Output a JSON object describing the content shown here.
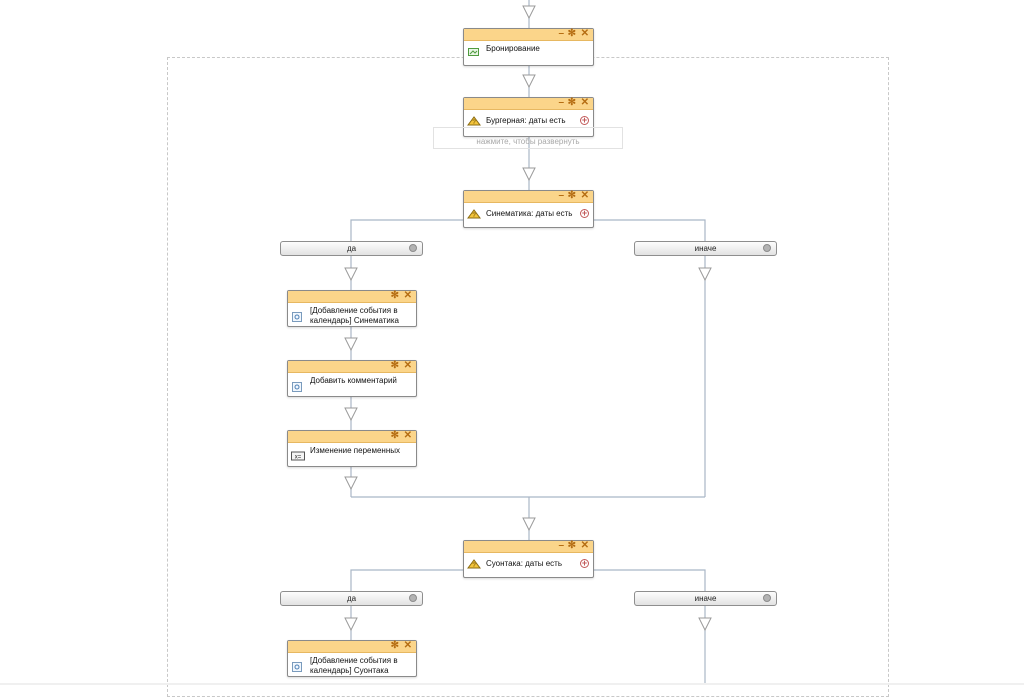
{
  "workflow": {
    "booking": {
      "title": "Бронирование",
      "icon": "booking-icon"
    },
    "burger": {
      "title": "Бургерная: даты есть",
      "icon": "condition-icon"
    },
    "expand_hint": "нажмите, чтобы развернуть",
    "cinematica": {
      "title": "Синематика: даты есть",
      "icon": "condition-icon",
      "branch_yes": "да",
      "branch_else": "иначе",
      "actions": [
        {
          "title": "[Добавление события в календарь] Синематика",
          "icon": "calendar-activity-icon"
        },
        {
          "title": "Добавить комментарий",
          "icon": "comment-activity-icon"
        },
        {
          "title": "Изменение переменных",
          "icon": "variable-icon"
        }
      ]
    },
    "suontaka": {
      "title": "Суонтака: даты есть",
      "icon": "condition-icon",
      "branch_yes": "да",
      "branch_else": "иначе",
      "actions": [
        {
          "title": "[Добавление события в календарь] Суонтака",
          "icon": "calendar-activity-icon"
        }
      ]
    }
  },
  "controls": {
    "minimize": "–",
    "settings": "✻",
    "close": "✕"
  },
  "colors": {
    "header": "#fbd58a",
    "control": "#b56d12",
    "connector": "#a9b6c6"
  }
}
